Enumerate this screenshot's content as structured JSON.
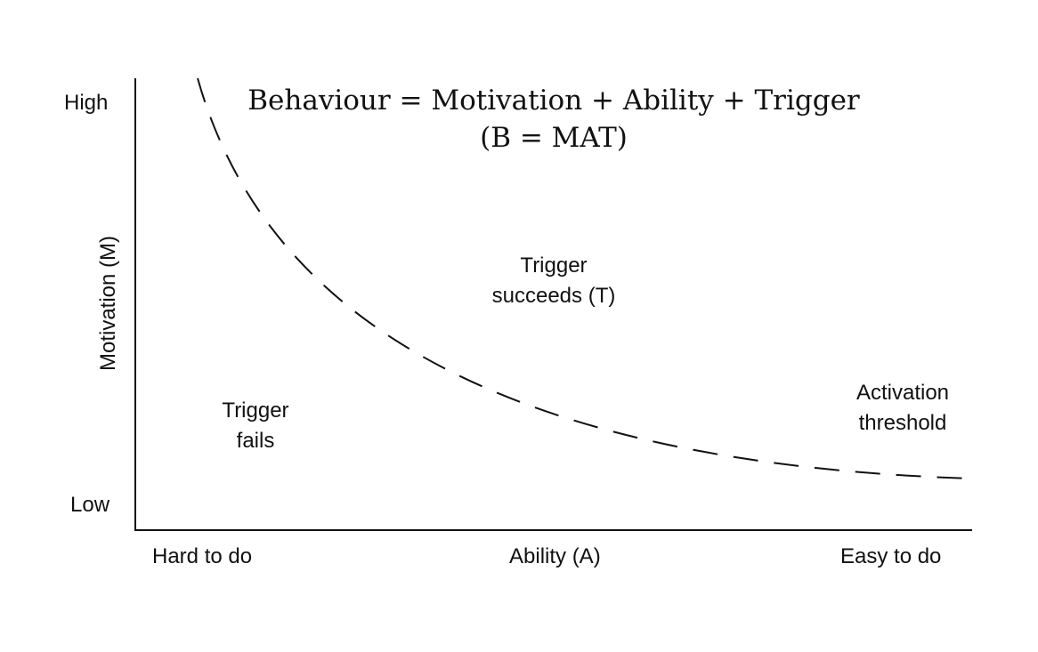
{
  "title": "Behaviour = Motivation + Ability + Trigger",
  "subtitle": "(B = MAT)",
  "y_axis": {
    "label": "Motivation (M)",
    "high_label": "High",
    "low_label": "Low"
  },
  "x_axis": {
    "label": "Ability (A)",
    "hard_label": "Hard to do",
    "easy_label": "Easy to do"
  },
  "regions": {
    "succeeds_line1": "Trigger",
    "succeeds_line2": "succeeds (T)",
    "fails_line1": "Trigger",
    "fails_line2": "fails"
  },
  "curve": {
    "label_line1": "Activation",
    "label_line2": "threshold",
    "style": "dashed"
  },
  "colors": {
    "ink": "#111111",
    "background": "#ffffff"
  }
}
